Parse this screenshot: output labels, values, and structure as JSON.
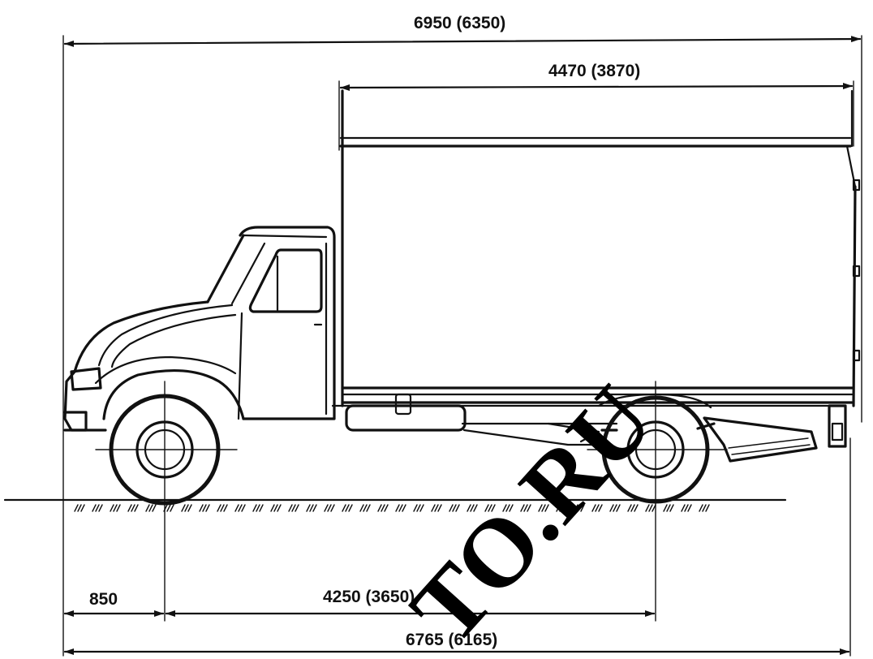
{
  "dimensions": {
    "overall_length": "6950 (6350)",
    "body_length": "4470 (3870)",
    "front_overhang": "850",
    "wheelbase": "4250 (3650)",
    "length_to_rear": "6765 (6165)"
  },
  "watermark": {
    "text": "TO.RU"
  },
  "colors": {
    "ink": "#111111",
    "paper": "#ffffff"
  }
}
